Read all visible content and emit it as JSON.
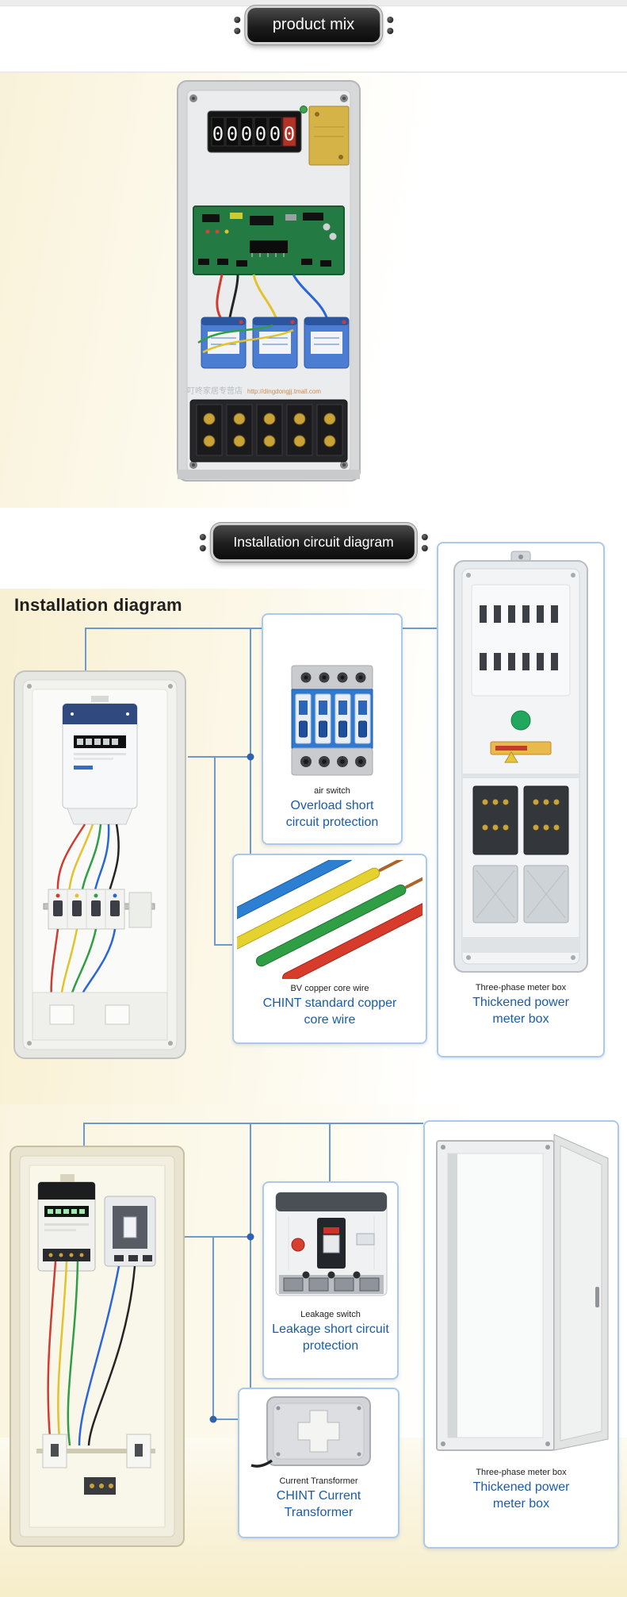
{
  "colors": {
    "caption_blue": "#1a5ca8",
    "connector_blue": "#6b9ad1",
    "card_border_blue": "#abc9ea",
    "section_cream": "#f8f0d2",
    "badge_background": "#1a1a1a"
  },
  "banners": {
    "top": "product mix",
    "middle": "Installation circuit diagram"
  },
  "product_photo": {
    "watermark_store": "叮咚家居专营店",
    "watermark_url": "http://dingdongjj.tmall.com",
    "meter_digits": [
      "0",
      "0",
      "0",
      "0",
      "0",
      "0"
    ]
  },
  "installation": {
    "heading": "Installation diagram",
    "diagram1": {
      "air_switch": {
        "small": "air switch",
        "blue": "Overload short circuit protection"
      },
      "copper_wire": {
        "small": "BV copper core wire",
        "blue": "CHINT standard copper core wire"
      },
      "meter_box": {
        "small": "Three-phase meter box",
        "blue": "Thickened power meter box"
      }
    },
    "diagram2": {
      "leakage_switch": {
        "small": "Leakage switch",
        "blue": "Leakage short circuit protection"
      },
      "current_transformer": {
        "small": "Current Transformer",
        "blue": "CHINT Current Transformer"
      },
      "meter_box": {
        "small": "Three-phase meter box",
        "blue": "Thickened power meter box"
      }
    }
  }
}
